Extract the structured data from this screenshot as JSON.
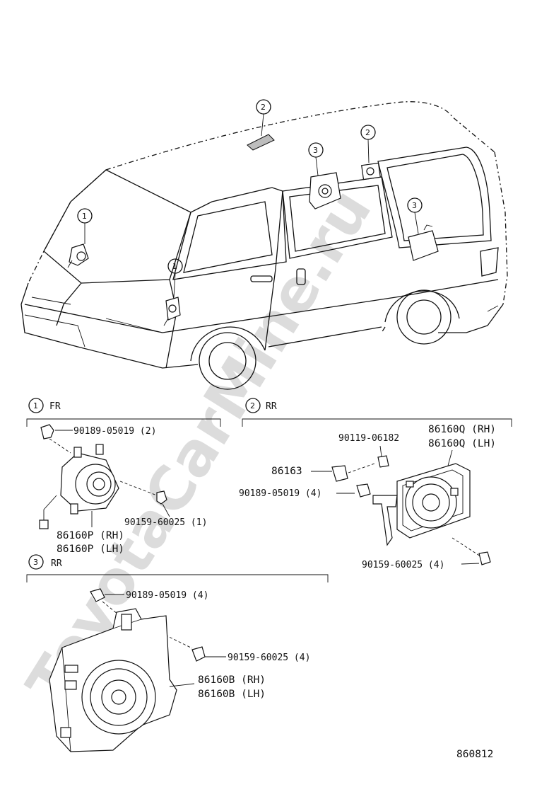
{
  "watermark": "ToyotaCarMine.ru",
  "callouts": {
    "one": "1",
    "two": "2",
    "three": "3"
  },
  "sections": [
    {
      "num": "1",
      "title": "FR"
    },
    {
      "num": "2",
      "title": "RR"
    },
    {
      "num": "3",
      "title": "RR"
    }
  ],
  "fr_parts": {
    "clip": "90189-05019 (2)",
    "screw": "90159-60025 (1)",
    "speaker_rh": "86160P (RH)",
    "speaker_lh": "86160P (LH)"
  },
  "rr2_parts": {
    "bolt": "90119-06182",
    "speaker_rh": "86160Q (RH)",
    "speaker_lh": "86160Q (LH)",
    "bracket": "86163",
    "clip": "90189-05019 (4)",
    "screw": "90159-60025 (4)"
  },
  "rr3_parts": {
    "clip": "90189-05019 (4)",
    "screw": "90159-60025 (4)",
    "box_rh": "86160B (RH)",
    "box_lh": "86160B (LH)"
  },
  "diagram_code": "860812"
}
